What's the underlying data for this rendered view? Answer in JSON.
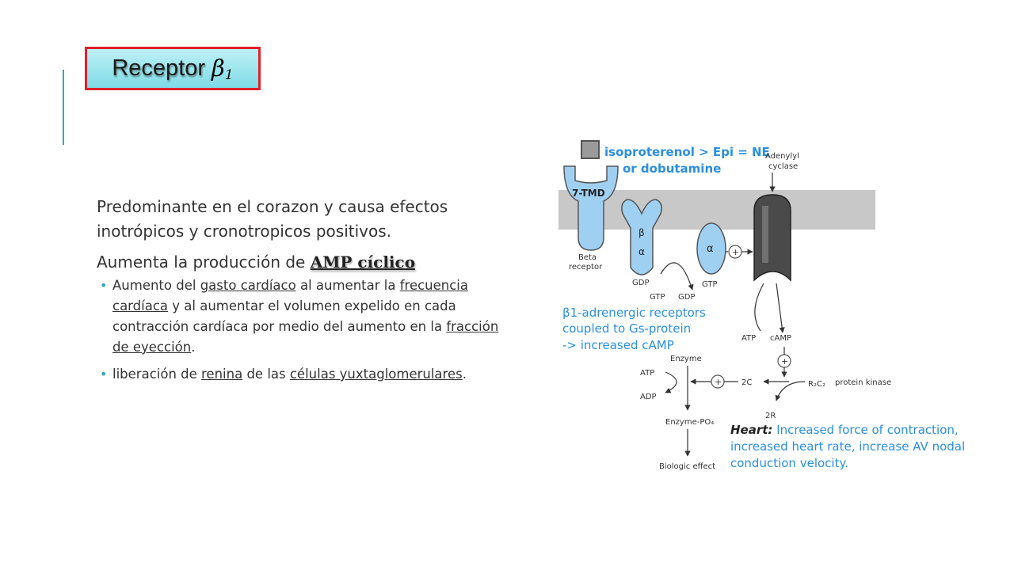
{
  "title": {
    "word": "Receptor",
    "symbol": "β",
    "subscript": "1"
  },
  "paragraph1": "Predominante en el corazon y causa efectos inotrópicos y cronotropicos positivos.",
  "paragraph2": {
    "prefix": "Aumenta la producción de ",
    "highlight": "AMP cíclico"
  },
  "bullet1": {
    "a": "Aumento del ",
    "b": "gasto cardíaco",
    "c": " al aumentar la ",
    "d": "frecuencia cardíaca",
    "e": " y al aumentar el volumen expelido en cada contracción cardíaca por medio del aumento en la ",
    "f": "fracción de eyección",
    "g": "."
  },
  "bullet2": {
    "a": "liberación de ",
    "b": "renina",
    "c": " de las ",
    "d": "células yuxtaglomerulares",
    "e": "."
  },
  "diagram": {
    "agonists_line1": "isoproterenol > Epi = NE",
    "agonists_line2": "or dobutamine",
    "adenylyl_line1": "Adenylyl",
    "adenylyl_line2": "cyclase",
    "tmd": "7-TMD",
    "beta_receptor_line1": "Beta",
    "beta_receptor_line2": "receptor",
    "beta_sub": "β",
    "alpha_sub": "α",
    "alpha_free": "α",
    "gdp1": "GDP",
    "gtp1": "GTP",
    "gdp2": "GDP",
    "gtp2": "GTP",
    "plus": "+",
    "caption_line1": "β1-adrenergic receptors",
    "caption_line2": "coupled to Gs-protein",
    "caption_line3": "-> increased cAMP",
    "atp": "ATP",
    "camp": "cAMP",
    "enzyme": "Enzyme",
    "atp2": "ATP",
    "adp": "ADP",
    "two_c": "2C",
    "r2c2": "R₂C₂",
    "protein_kinase": "protein kinase",
    "two_r": "2R",
    "enzyme_po4": "Enzyme-PO₄",
    "biologic_effect": "Biologic effect",
    "heart_label": "Heart:",
    "heart_line1": " Increased force of contraction,",
    "heart_line2": "increased heart rate, increase AV nodal",
    "heart_line3": "conduction velocity.",
    "colors": {
      "blue": "#2a8fe0",
      "receptor": "#9fd0f2",
      "membrane": "#c8c8c8"
    }
  }
}
